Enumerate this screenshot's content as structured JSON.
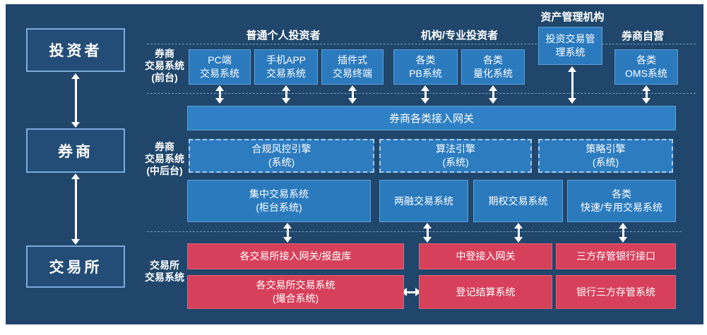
{
  "colors": {
    "background_navy": "#20466b",
    "node_blue": "#2b7abe",
    "bar_blue": "#2f80c4",
    "node_red": "#d7405b",
    "border_light_blue": "#7cacda",
    "text": "#ffffff"
  },
  "actors": {
    "investor": "投资者",
    "broker": "券商",
    "exchange": "交易所"
  },
  "row_labels": {
    "front_office": "券商\n交易系统\n(前台)",
    "mid_back_office": "券商\n交易系统\n(中后台)",
    "exchange_system": "交易所\n交易系统"
  },
  "investor_categories": {
    "retail": "普通个人投资者",
    "institutional": "机构/专业投资者",
    "asset_management": "资产管理机构",
    "broker_proprietary": "券商自营"
  },
  "front_office_boxes": [
    {
      "label": "PC端\n交易系统"
    },
    {
      "label": "手机APP\n交易系统"
    },
    {
      "label": "插件式\n交易终端"
    },
    {
      "label": "各类\nPB系统"
    },
    {
      "label": "各类\n量化系统"
    },
    {
      "label": "投资交易管\n理系统"
    },
    {
      "label": "各类\nOMS系统"
    }
  ],
  "gateway_bar": {
    "label": "券商各类接入网关"
  },
  "engine_boxes": [
    {
      "label": "合规风控引擎\n(系统)"
    },
    {
      "label": "算法引擎\n(系统)"
    },
    {
      "label": "策略引擎\n(系统)"
    }
  ],
  "core_boxes": [
    {
      "label": "集中交易系统\n(柜台系统)"
    },
    {
      "label": "两融交易系统"
    },
    {
      "label": "期权交易系统"
    },
    {
      "label": "各类\n快速/专用交易系统"
    }
  ],
  "exchange_row1": [
    {
      "label": "各交易所接入网关/报盘库"
    },
    {
      "label": "中登接入网关"
    },
    {
      "label": "三方存管银行接口"
    }
  ],
  "exchange_row2": [
    {
      "label": "各交易所交易系统\n(撮合系统)"
    },
    {
      "label": "登记结算系统"
    },
    {
      "label": "银行三方存管系统"
    }
  ]
}
